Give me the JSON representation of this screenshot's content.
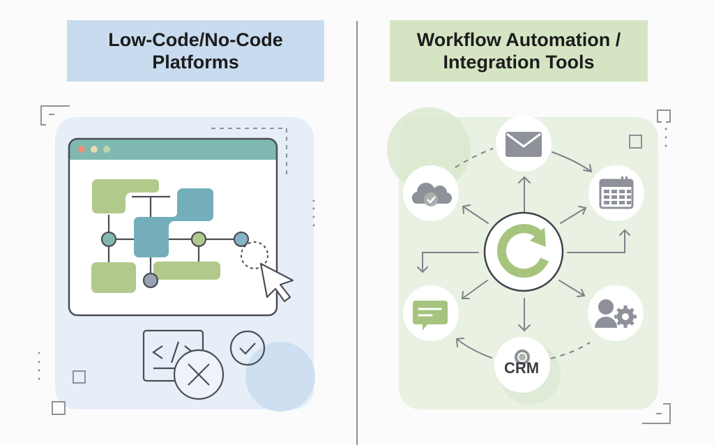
{
  "left": {
    "title_line1": "Low-Code/No-Code",
    "title_line2": "Platforms",
    "accent_color": "#c9dcef",
    "illustration": {
      "window_dots": [
        "#ef8f7a",
        "#e6ddb0",
        "#c2d3a5"
      ],
      "window_header_color": "#7fb9b1",
      "blocks_green": "#b1c98a",
      "blocks_teal": "#74aebb",
      "icons": [
        "browser-window-icon",
        "cursor-arrow-icon",
        "code-icon",
        "close-circle-icon",
        "check-circle-icon"
      ]
    }
  },
  "right": {
    "title_line1": "Workflow Automation /",
    "title_line2": "Integration Tools",
    "accent_color": "#d5e5c4",
    "hub": "refresh-sync-icon",
    "nodes": [
      {
        "name": "email",
        "icon": "envelope-icon"
      },
      {
        "name": "calendar",
        "icon": "calendar-icon"
      },
      {
        "name": "user-settings",
        "icon": "user-gear-icon"
      },
      {
        "name": "crm",
        "icon": "crm-icon",
        "label": "CRM"
      },
      {
        "name": "chat",
        "icon": "chat-bubble-icon"
      },
      {
        "name": "cloud",
        "icon": "cloud-check-icon"
      }
    ]
  }
}
